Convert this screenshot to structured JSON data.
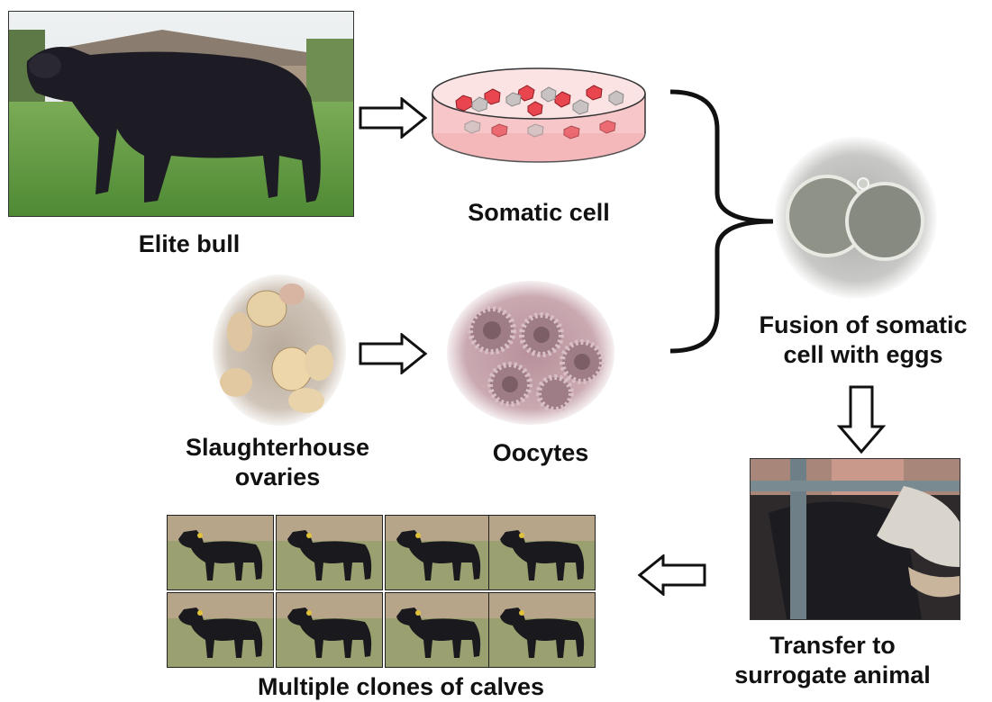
{
  "labels": {
    "elite_bull": "Elite bull",
    "somatic_cell": "Somatic cell",
    "fusion_line1": "Fusion of somatic",
    "fusion_line2": "cell with eggs",
    "ovaries_line1": "Slaughterhouse",
    "ovaries_line2": "ovaries",
    "oocytes": "Oocytes",
    "transfer_line1": "Transfer to",
    "transfer_line2": "surrogate animal",
    "clones": "Multiple clones of calves"
  },
  "calf_grid": {
    "rows": 2,
    "columns": 4
  },
  "colors": {
    "text": "#111111",
    "arrow_stroke": "#111111",
    "arrow_fill": "#ffffff",
    "cell_red": "#e8454f",
    "dish_pink": "#f6c6c8"
  }
}
